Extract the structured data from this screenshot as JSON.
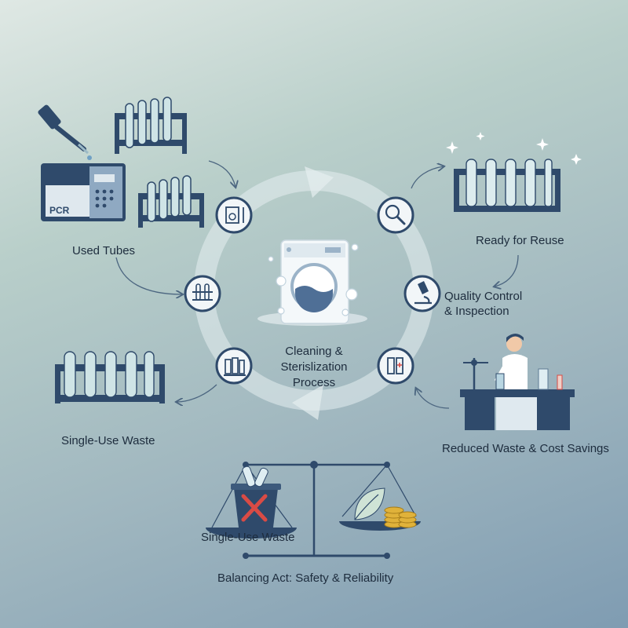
{
  "labels": {
    "used_tubes": "Used Tubes",
    "ready_for_reuse": "Ready for Reuse",
    "quality_control_line1": "Quality Control",
    "quality_control_line2": "& Inspection",
    "cleaning_line1": "Cleaning &",
    "cleaning_line2": "Sterislization",
    "cleaning_line3": "Process",
    "single_use_waste": "Single-Use Waste",
    "reduced_waste": "Reduced Waste & Cost Savings",
    "scale_waste": "Single-Use Waste",
    "balancing_act": "Balancing Act: Safety & Reliability",
    "pcr_text": "PCR"
  },
  "icons": {
    "cycle_nodes": [
      "washing-machine-icon",
      "magnifier-icon",
      "microscope-icon",
      "medical-vials-icon",
      "bottles-icon",
      "test-tube-rack-icon"
    ],
    "central": "washing-machine-icon"
  },
  "colors": {
    "navy": "#2f4a6b",
    "tube_fill": "#cfe4e6",
    "accent_red": "#d94b45",
    "coin_gold": "#e0b23a",
    "leaf_green": "#cfe3d6"
  }
}
